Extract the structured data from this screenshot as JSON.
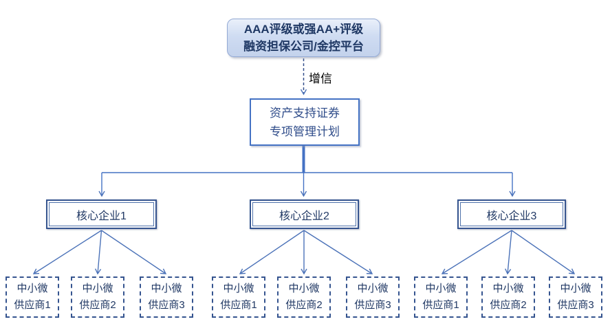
{
  "guarantor_box": {
    "line1": "AAA评级或强AA+评级",
    "line2": "融资担保公司/金控平台"
  },
  "credit_enhancement_label": "增信",
  "abs_plan_box": {
    "line1": "资产支持证券",
    "line2": "专项管理计划"
  },
  "groups": [
    {
      "core_label": "核心企业1",
      "suppliers": [
        {
          "line1": "中小微",
          "line2": "供应商1"
        },
        {
          "line1": "中小微",
          "line2": "供应商2"
        },
        {
          "line1": "中小微",
          "line2": "供应商3"
        }
      ]
    },
    {
      "core_label": "核心企业2",
      "suppliers": [
        {
          "line1": "中小微",
          "line2": "供应商1"
        },
        {
          "line1": "中小微",
          "line2": "供应商2"
        },
        {
          "line1": "中小微",
          "line2": "供应商3"
        }
      ]
    },
    {
      "core_label": "核心企业3",
      "suppliers": [
        {
          "line1": "中小微",
          "line2": "供应商1"
        },
        {
          "line1": "中小微",
          "line2": "供应商2"
        },
        {
          "line1": "中小微",
          "line2": "供应商3"
        }
      ]
    }
  ],
  "colors": {
    "accent_blue": "#4472c4",
    "dark_navy_text": "#1f3864",
    "box_border_navy": "#35548f",
    "guarantor_fill_light": "#eaf0fa",
    "guarantor_fill_dark": "#c3d2ec",
    "connector_blue": "#4b72b8"
  }
}
